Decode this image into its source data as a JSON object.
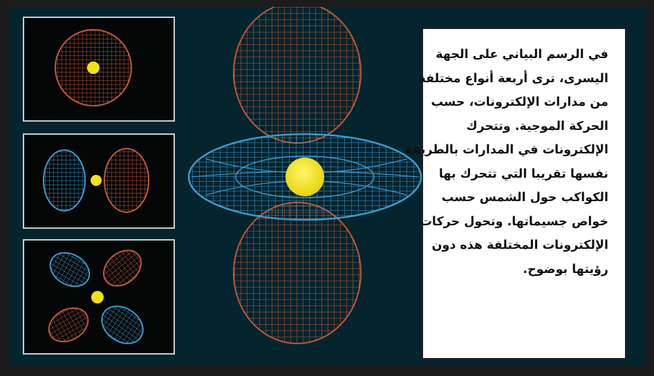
{
  "caption": {
    "lines": [
      "في الرسم البياني على الجهة",
      "اليسرى، ترى أربعة أنواع مختلفة",
      "من مدارات الإلكترونات، حسب",
      "الحركة الموجية. وتتحرك",
      "الإلكترونات في المدارات بالطريقة",
      "نفسها تقريبا التي تتحرك بها",
      "الكواكب حول الشمس حسب",
      "خواص جسيماتها. وتحول حركات",
      "الإلكترونات المختلفة هذه دون",
      "رؤيتها بوضوح."
    ]
  },
  "colors": {
    "frame_background": "#1d1c1d",
    "image_background": "#04242e",
    "panel_background": "#050707",
    "orbital_orange": "#c05a37",
    "orbital_blue": "#3b9bcf",
    "nucleus_yellow": "#f2e313",
    "caption_background": "#ffffff"
  },
  "figure": {
    "panels": [
      {
        "orbital": "s",
        "lobes": 1
      },
      {
        "orbital": "p",
        "lobes": 2
      },
      {
        "orbital": "d",
        "lobes": 4
      }
    ],
    "central_orbital": {
      "orbital": "dz2",
      "lobes": 2,
      "has_torus": true
    }
  }
}
